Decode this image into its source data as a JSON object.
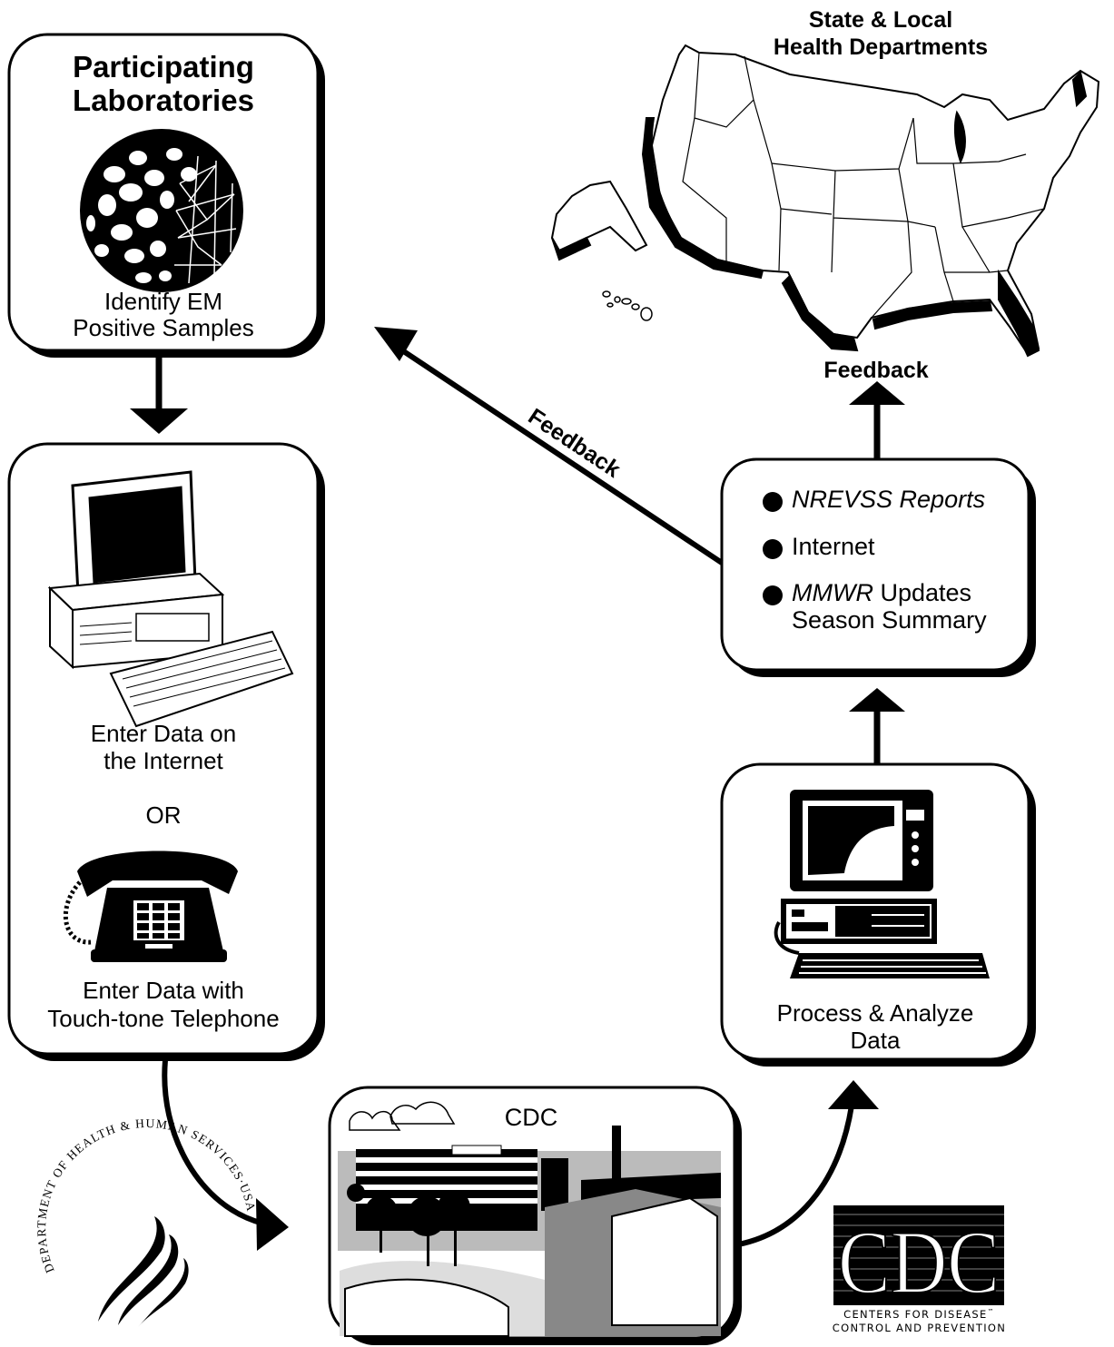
{
  "boxes": {
    "participating_labs": {
      "title": "Participating Laboratories",
      "caption_line1": "Identify EM",
      "caption_line2": "Positive Samples"
    },
    "data_entry": {
      "internet_line1": "Enter Data on",
      "internet_line2": "the Internet",
      "or_label": "OR",
      "phone_line1": "Enter Data with",
      "phone_line2": "Touch-tone Telephone"
    },
    "cdc_building": {
      "label": "CDC"
    },
    "process": {
      "line1": "Process & Analyze",
      "line2": "Data"
    },
    "feedback_box": {
      "items": [
        {
          "em": "NREVSS Reports",
          "text": ""
        },
        {
          "em": "",
          "text": "Internet"
        },
        {
          "em": "MMWR",
          "text": " Updates",
          "line2": "Season Summary"
        }
      ]
    }
  },
  "map": {
    "title_line1": "State & Local",
    "title_line2": "Health Departments"
  },
  "arrows": {
    "feedback_diagonal": "Feedback",
    "feedback_vertical": "Feedback"
  },
  "logos": {
    "hhs_seal_text": "DEPARTMENT OF HEALTH & HUMAN SERVICES·USA",
    "cdc_letters": "CDC",
    "cdc_name_line1": "CENTERS FOR DISEASE",
    "cdc_name_line2": "CONTROL AND PREVENTION",
    "cdc_trademark": "™"
  }
}
